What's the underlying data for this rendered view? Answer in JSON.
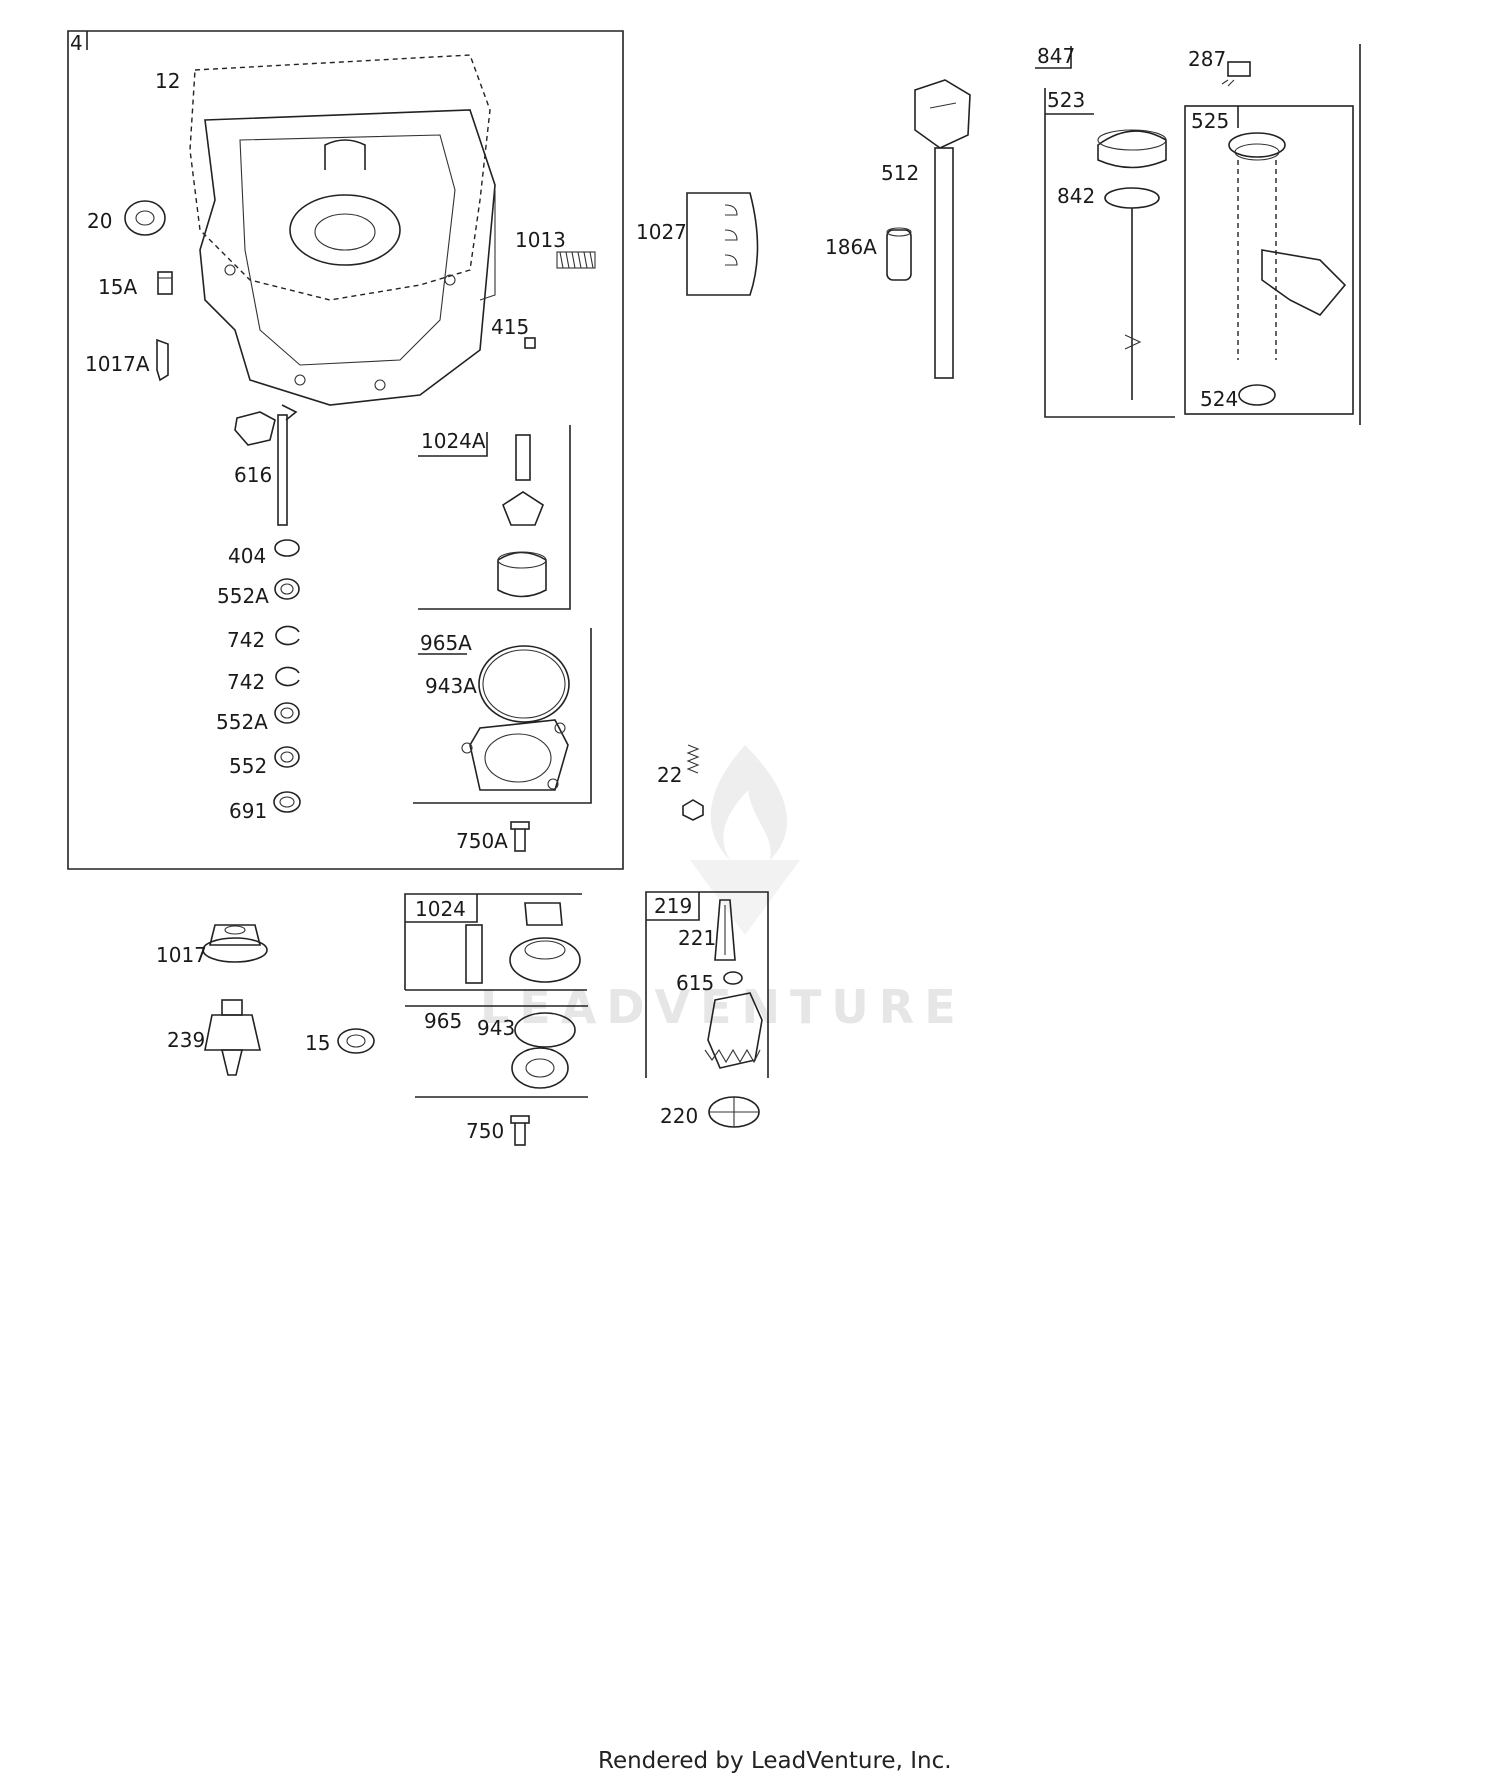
{
  "diagram": {
    "groups": {
      "g4": "4",
      "g1024A": "1024A",
      "g965A": "965A",
      "g1024": "1024",
      "g219": "219",
      "g847": "847",
      "g523": "523",
      "g525": "525"
    },
    "parts": {
      "p12": "12",
      "p20": "20",
      "p15A": "15A",
      "p1017A": "1017A",
      "p1013": "1013",
      "p415": "415",
      "p616": "616",
      "p404": "404",
      "p552A_1": "552A",
      "p742_1": "742",
      "p742_2": "742",
      "p552A_2": "552A",
      "p552": "552",
      "p691": "691",
      "p943A": "943A",
      "p750A": "750A",
      "p22": "22",
      "p1027": "1027",
      "p512": "512",
      "p186A": "186A",
      "p842": "842",
      "p287": "287",
      "p524": "524",
      "p1017": "1017",
      "p239": "239",
      "p15": "15",
      "p965": "965",
      "p943": "943",
      "p750": "750",
      "p221": "221",
      "p615": "615",
      "p220": "220"
    },
    "watermark": "LEADVENTURE",
    "footer": "Rendered by LeadVenture, Inc."
  }
}
